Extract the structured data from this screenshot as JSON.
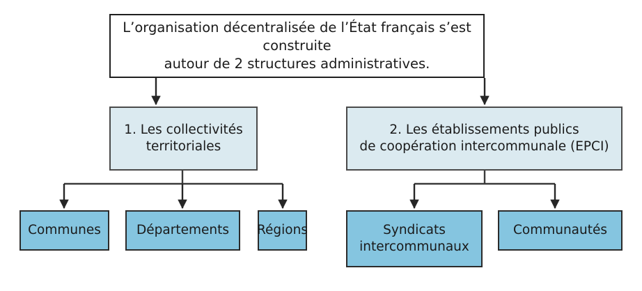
{
  "diagram": {
    "type": "hierarchy-flowchart",
    "language": "fr",
    "colors": {
      "canvas_background": "#ffffff",
      "root_fill": "#ffffff",
      "root_border": "#1f1f1f",
      "branch_fill": "#dbeaf0",
      "branch_border": "#4a4a4a",
      "leaf_fill": "#85c5e0",
      "leaf_border": "#2b2b2b",
      "connector": "#3a3a3a",
      "text": "#1a1a1a"
    },
    "root": {
      "id": "root",
      "label": "L’organisation décentralisée de l’État français s’est construite\nautour de 2 structures administratives."
    },
    "branches": [
      {
        "id": "branch-collectivites-territoriales",
        "label": "1. Les collectivités\nterritoriales"
      },
      {
        "id": "branch-epci",
        "label": "2. Les établissements publics\nde coopération intercommunale (EPCI)"
      }
    ],
    "leaves": [
      {
        "id": "leaf-communes",
        "label": "Communes",
        "parent": "branch-collectivites-territoriales"
      },
      {
        "id": "leaf-departements",
        "label": "Départements",
        "parent": "branch-collectivites-territoriales"
      },
      {
        "id": "leaf-regions",
        "label": "Régions",
        "parent": "branch-collectivites-territoriales"
      },
      {
        "id": "leaf-syndicats-intercommunaux",
        "label": "Syndicats\nintercommunaux",
        "parent": "branch-epci"
      },
      {
        "id": "leaf-communautes",
        "label": "Communautés",
        "parent": "branch-epci"
      }
    ]
  }
}
